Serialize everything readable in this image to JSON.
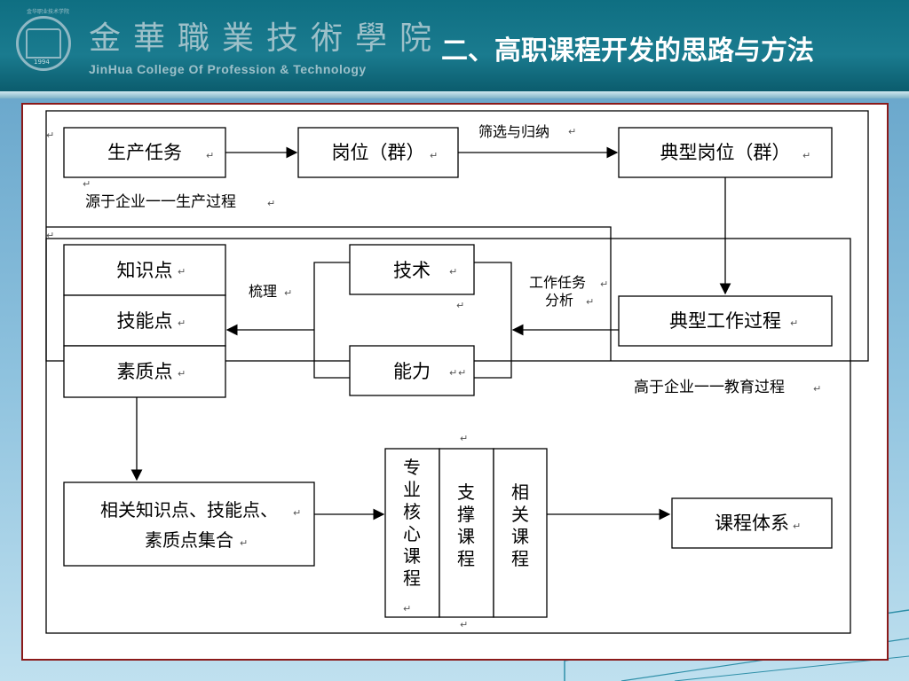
{
  "header": {
    "college_cn": "金華職業技術學院",
    "college_en": "JinHua College Of Profession & Technology",
    "seal_small_text": "金华职业技术学院",
    "seal_year": "1994",
    "title": "二、高职课程开发的思路与方法"
  },
  "diagram": {
    "boxes": {
      "production_task": "生产任务",
      "position_group": "岗位（群）",
      "typical_position": "典型岗位（群）",
      "knowledge_point": "知识点",
      "skill_point": "技能点",
      "quality_point": "素质点",
      "technique": "技术",
      "ability": "能力",
      "typical_work_process": "典型工作过程",
      "combined_line1": "相关知识点、技能点、",
      "combined_line2": "素质点集合",
      "core_courses": "专业核心课程",
      "support_courses": "支撑课程",
      "related_courses": "相关课程",
      "course_system": "课程体系"
    },
    "labels": {
      "screen_induce": "筛选与归纳",
      "source_enterprise": "源于企业一一生产过程",
      "sort_out": "梳理",
      "task_analysis_line1": "工作任务",
      "task_analysis_line2": "分析",
      "above_enterprise": "高于企业一一教育过程"
    },
    "return_mark": "↵",
    "stroke_color": "#000000"
  }
}
